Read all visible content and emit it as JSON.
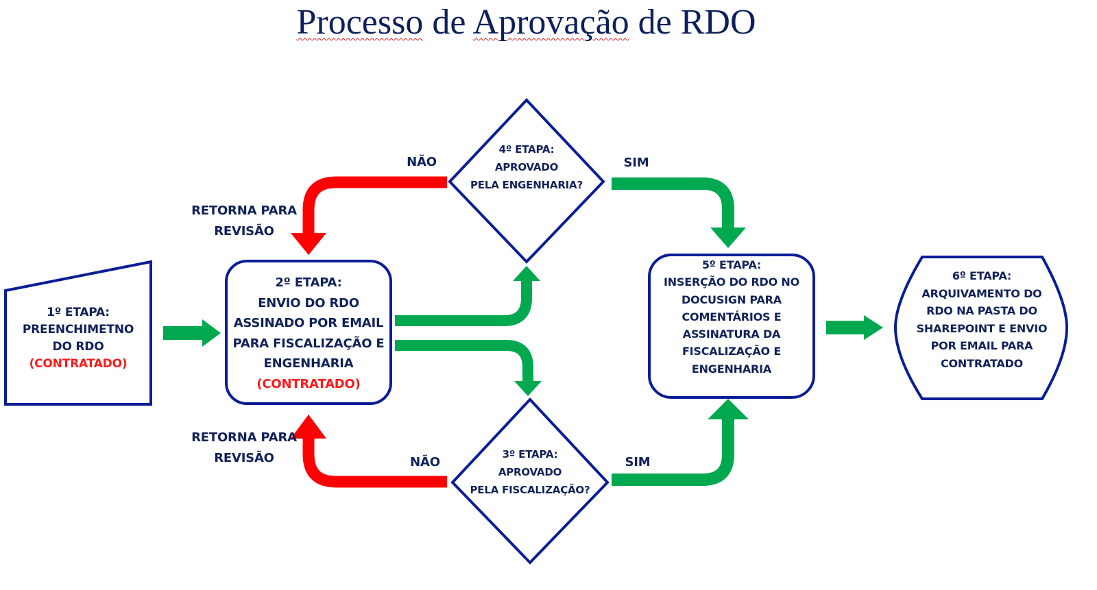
{
  "title": {
    "word1": "Processo",
    "word2": " de ",
    "word3": "Aprovação",
    "word4": " de RDO"
  },
  "colors": {
    "shape_border": "#0a1d96",
    "text": "#10225a",
    "approve_arrow": "#00a84f",
    "reject_arrow": "#ff0000",
    "highlight_text": "#ff1a1a"
  },
  "nodes": {
    "step1": {
      "lines": [
        "1º ETAPA:",
        "PREENCHIMETNO",
        "DO RDO"
      ],
      "role": "(CONTRATADO)"
    },
    "step2": {
      "lines": [
        "2º ETAPA:",
        "ENVIO DO RDO",
        "ASSINADO POR EMAIL",
        "PARA FISCALIZAÇÃO E",
        "ENGENHARIA"
      ],
      "role": "(CONTRATADO)"
    },
    "step3": {
      "lines": [
        "3º ETAPA:",
        "APROVADO",
        "PELA FISCALIZAÇÃO?"
      ]
    },
    "step4": {
      "lines": [
        "4º ETAPA:",
        "APROVADO",
        "PELA ENGENHARIA?"
      ]
    },
    "step5": {
      "lines": [
        "5º ETAPA:",
        "INSERÇÃO DO RDO NO",
        "DOCUSIGN PARA",
        "COMENTÁRIOS E",
        "ASSINATURA DA",
        "FISCALIZAÇÃO E",
        "ENGENHARIA"
      ]
    },
    "step6": {
      "lines": [
        "6º ETAPA:",
        "ARQUIVAMENTO DO",
        "RDO NA PASTA DO",
        "SHAREPOINT E ENVIO",
        "POR EMAIL PARA",
        "CONTRATADO"
      ]
    }
  },
  "edge_labels": {
    "no_top": "NÃO",
    "yes_top": "SIM",
    "no_bottom": "NÃO",
    "yes_bottom": "SIM",
    "return_top": [
      "RETORNA PARA",
      "REVISÃO"
    ],
    "return_bottom": [
      "RETORNA PARA",
      "REVISÃO"
    ]
  }
}
